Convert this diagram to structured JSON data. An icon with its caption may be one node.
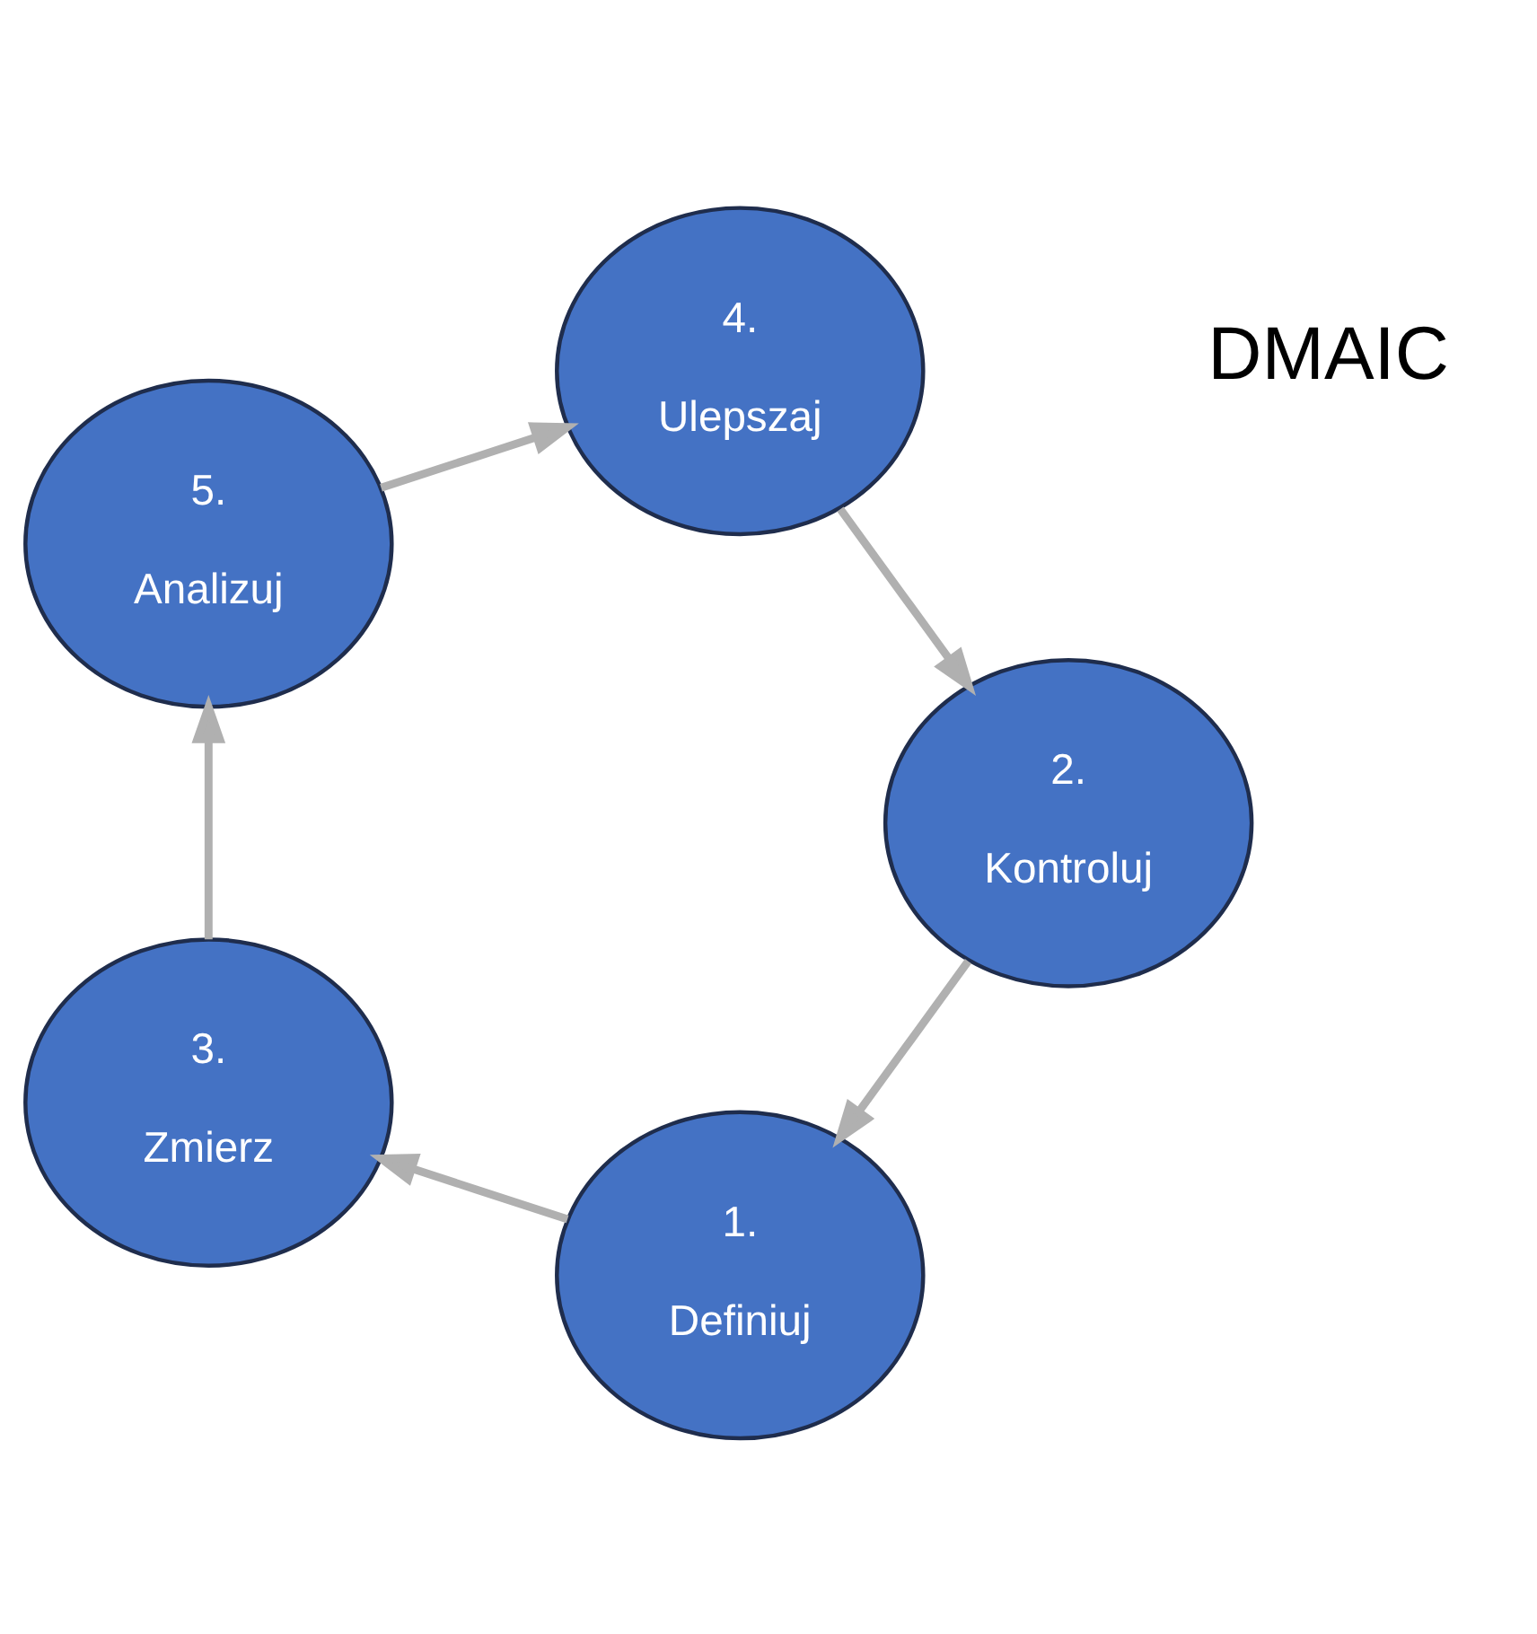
{
  "diagram": {
    "nodes": [
      {
        "text": [
          "1.",
          "Definiuj"
        ]
      },
      {
        "text": [
          "2.",
          "Kontroluj"
        ]
      },
      {
        "text": [
          "3.",
          "Zmierz"
        ]
      },
      {
        "text": [
          "4.",
          "Ulepszaj"
        ]
      },
      {
        "text": [
          "5.",
          "Analizuj"
        ]
      }
    ],
    "edges": [
      {
        "from": 1,
        "to": 0,
        "arrow": "to"
      },
      {
        "from": 0,
        "to": 2,
        "arrow": "to"
      },
      {
        "from": 2,
        "to": 4,
        "arrow": "to"
      },
      {
        "from": 4,
        "to": 3,
        "arrow": "to"
      },
      {
        "from": 3,
        "to": 1,
        "arrow": "to"
      }
    ],
    "labels": [
      "DMAIC"
    ]
  }
}
